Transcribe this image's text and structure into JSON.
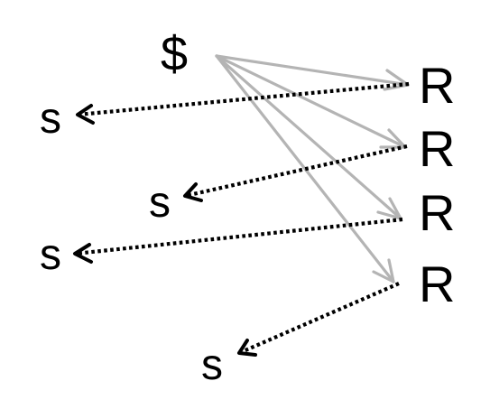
{
  "colors": {
    "background": "#ffffff",
    "text": "#000000",
    "solid_arrow": "#b4b4b4",
    "dotted_arrow": "#000000"
  },
  "source": {
    "label": "$"
  },
  "receivers": [
    {
      "label": "R"
    },
    {
      "label": "R"
    },
    {
      "label": "R"
    },
    {
      "label": "R"
    }
  ],
  "senders": [
    {
      "label": "s"
    },
    {
      "label": "s"
    },
    {
      "label": "s"
    },
    {
      "label": "s"
    }
  ],
  "solid_arrows": [
    {
      "from": "source",
      "to": "receivers.0"
    },
    {
      "from": "source",
      "to": "receivers.1"
    },
    {
      "from": "source",
      "to": "receivers.2"
    },
    {
      "from": "source",
      "to": "receivers.3"
    }
  ],
  "dotted_arrows": [
    {
      "from": "receivers.0",
      "to": "senders.0"
    },
    {
      "from": "receivers.1",
      "to": "senders.1"
    },
    {
      "from": "receivers.2",
      "to": "senders.2"
    },
    {
      "from": "receivers.3",
      "to": "senders.3"
    }
  ]
}
